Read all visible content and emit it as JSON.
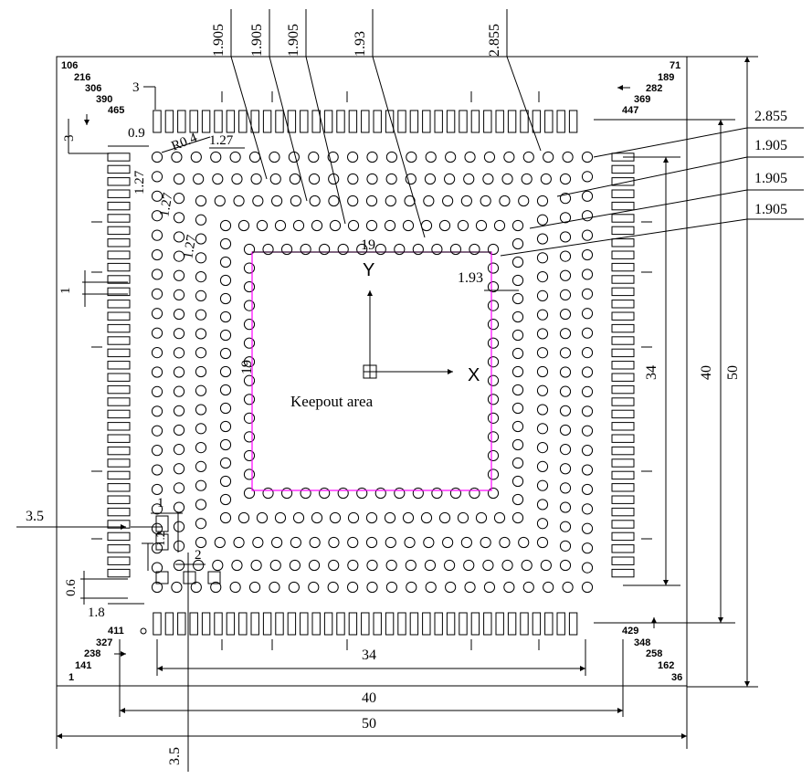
{
  "colors": {
    "ink": "#000000",
    "keepout": "#ff00ff",
    "background": "#ffffff"
  },
  "pin_numbers": {
    "top_left": [
      "106",
      "216",
      "306",
      "390",
      "465"
    ],
    "top_right": [
      "71",
      "189",
      "282",
      "369",
      "447"
    ],
    "bottom_left": [
      "411",
      "327",
      "238",
      "141",
      "1"
    ],
    "bottom_right": [
      "429",
      "348",
      "258",
      "162",
      "36"
    ]
  },
  "keepout": {
    "label": "Keepout area",
    "width": "19",
    "height": "19",
    "color": "#ff00ff"
  },
  "axes": {
    "x_label": "X",
    "y_label": "Y"
  },
  "dimensions": {
    "top": [
      "1.905",
      "1.905",
      "1.905",
      "1.93",
      "2.855"
    ],
    "right": [
      "2.855",
      "1.905",
      "1.905",
      "1.905"
    ],
    "inner_gap": "1.93",
    "pitch_labels": [
      "1.27",
      "1.27",
      "1.27",
      "1.27"
    ],
    "radius": "R0.4",
    "pad_width": "0.9",
    "pad_offset_top": "3",
    "pad_offset_left": "3",
    "pad_pitch": "1",
    "bottom_span_inner": "34",
    "bottom_span_middle": "40",
    "bottom_span_outer": "50",
    "right_span_inner": "34",
    "right_span_middle": "40",
    "right_span_outer": "50",
    "small_1": "1",
    "small_2": "2",
    "small_1_2": "1.2",
    "small_3_5_left": "3.5",
    "small_3_5_bottom": "3.5",
    "small_0_6": "0.6",
    "small_1_8": "1.8"
  }
}
